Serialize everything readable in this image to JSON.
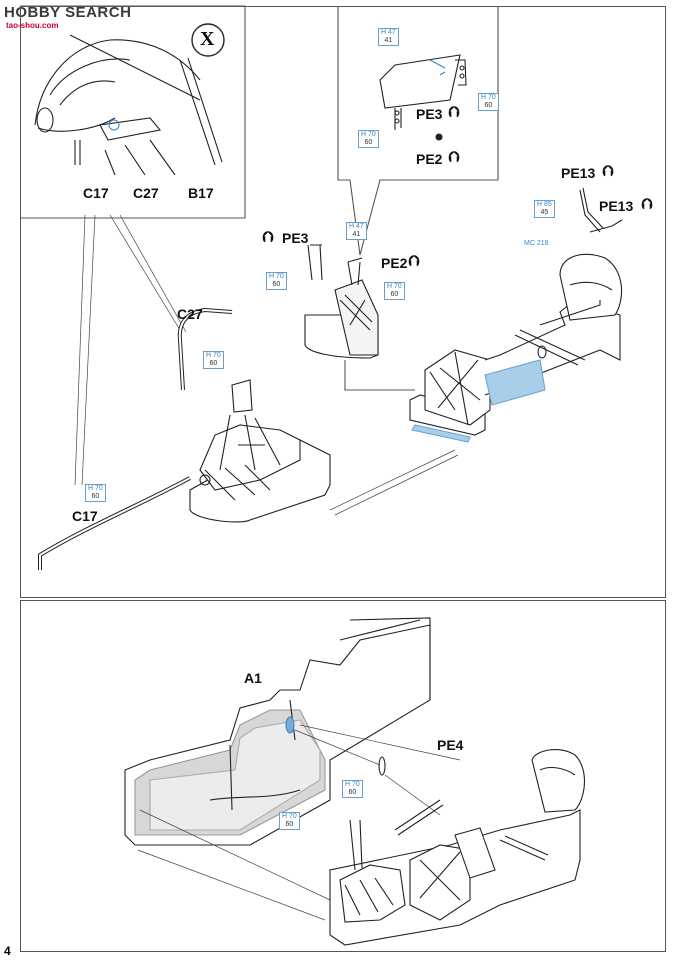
{
  "watermark": {
    "brand": "HOBBY SEARCH",
    "url": "tao-shou.com"
  },
  "page_number": "4",
  "steps": {
    "step1": {
      "variant_badge": "X",
      "labels": {
        "c17_detail": "C17",
        "c27_detail": "C27",
        "b17_detail": "B17",
        "pe3_top": "PE3",
        "pe2_top": "PE2",
        "pe3_side": "PE3",
        "pe2_side": "PE2",
        "pe13_a": "PE13",
        "pe13_b": "PE13",
        "c27": "C27",
        "c17": "C17"
      },
      "paints": [
        {
          "code": "H 47",
          "num": "41"
        },
        {
          "code": "H 70",
          "num": "60"
        },
        {
          "code": "H 70",
          "num": "60"
        },
        {
          "code": "H 47",
          "num": "41"
        },
        {
          "code": "H 70",
          "num": "60"
        },
        {
          "code": "H 70",
          "num": "60"
        },
        {
          "code": "H 85",
          "num": "45"
        },
        {
          "code": "MC 218",
          "num": ""
        },
        {
          "code": "H 70",
          "num": "60"
        },
        {
          "code": "H 70",
          "num": "60"
        }
      ]
    },
    "step2": {
      "labels": {
        "a1": "A1",
        "pe4": "PE4"
      },
      "paints": [
        {
          "code": "H 70",
          "num": "60"
        },
        {
          "code": "H 70",
          "num": "60"
        }
      ]
    }
  }
}
